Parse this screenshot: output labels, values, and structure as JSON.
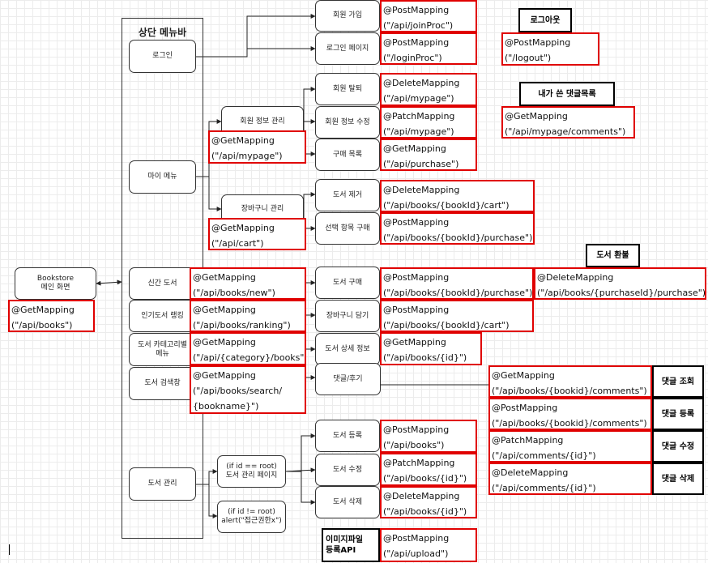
{
  "menubar": {
    "title": "상단 메뉴바"
  },
  "main": {
    "label": "Bookstore\n메인 화면"
  },
  "menus": {
    "login": "로그인",
    "mymenu": "마이 메뉴",
    "new_books": "신간 도서",
    "ranking": "인기도서 랭킹",
    "category": "도서 카테고리별\n메뉴",
    "search": "도서 검색창",
    "admin": "도서 관리"
  },
  "sub": {
    "member_info": "회원 정보 관리",
    "cart_manage": "장바구니 관리",
    "admin_root": "(if id == root)\n도서 관리 페이지",
    "admin_notroot": "(if id != root)\nalert(\"접근권한x\")"
  },
  "actions": {
    "join": "회원 가입",
    "login_page": "로그인 페이지",
    "withdraw": "회원 탈퇴",
    "edit_member": "회원 정보 수정",
    "purchase_list": "구매 목록",
    "remove_book": "도서 제거",
    "buy_selected": "선택 항목 구매",
    "buy_book": "도서 구매",
    "add_cart": "장바구니 담기",
    "book_detail": "도서 상세 정보",
    "comments": "댓글/후기",
    "register_book": "도서 등록",
    "edit_book": "도서 수정",
    "delete_book": "도서 삭제"
  },
  "apis": {
    "join": "@PostMapping\n(\"/api/joinProc\")",
    "login": "@PostMapping\n(\"/loginProc\")",
    "logout": "@PostMapping\n(\"/logout\")",
    "withdraw": "@DeleteMapping\n(\"/api/mypage\")",
    "edit_member": "@PatchMapping\n(\"/api/mypage\")",
    "my_comments": "@GetMapping\n(\"/api/mypage/comments\")",
    "mypage": "@GetMapping\n(\"/api/mypage\")",
    "purchase_list": "@GetMapping\n(\"/api/purchase\")",
    "remove_cart": "@DeleteMapping\n(\"/api/books/{bookId}/cart\")",
    "cart": "@GetMapping\n(\"/api/cart\")",
    "buy_selected": "@PostMapping\n(\"/api/books/{bookId}/purchase\")",
    "new_books": "@GetMapping\n(\"/api/books/new\")",
    "buy_book": "@PostMapping\n(\"/api/books/{bookId}/purchase\")",
    "refund": "@DeleteMapping\n(\"/api/books/{purchaseId}/purchase\")",
    "main": "@GetMapping\n(\"/api/books\")",
    "ranking": "@GetMapping\n(\"/api/books/ranking\")",
    "add_cart": "@PostMapping\n(\"/api/books/{bookId}/cart\")",
    "category": "@GetMapping\n(\"/api/{category}/books\")",
    "book_detail": "@GetMapping\n(\"/api/books/{id}\")",
    "search": "@GetMapping\n(\"/api/books/search/\n{bookname}\")",
    "comment_get": "@GetMapping\n(\"/api/books/{bookid}/comments\")",
    "comment_post": "@PostMapping\n(\"/api/books/{bookid}/comments\")",
    "comment_patch": "@PatchMapping\n(\"/api/comments/{id}\")",
    "comment_delete": "@DeleteMapping\n(\"/api/comments/{id}\")",
    "register_book": "@PostMapping\n(\"/api/books\")",
    "edit_book": "@PatchMapping\n(\"/api/books/{id}\")",
    "delete_book": "@DeleteMapping\n(\"/api/books/{id}\")",
    "upload": "@PostMapping\n(\"/api/upload\")"
  },
  "tags": {
    "logout": "로그아웃",
    "my_comments": "내가 쓴 댓글목록",
    "refund": "도서 환불",
    "comment_get": "댓글 조회",
    "comment_post": "댓글 등록",
    "comment_patch": "댓글 수정",
    "comment_delete": "댓글 삭제",
    "upload": "이미지파일\n등록API"
  }
}
